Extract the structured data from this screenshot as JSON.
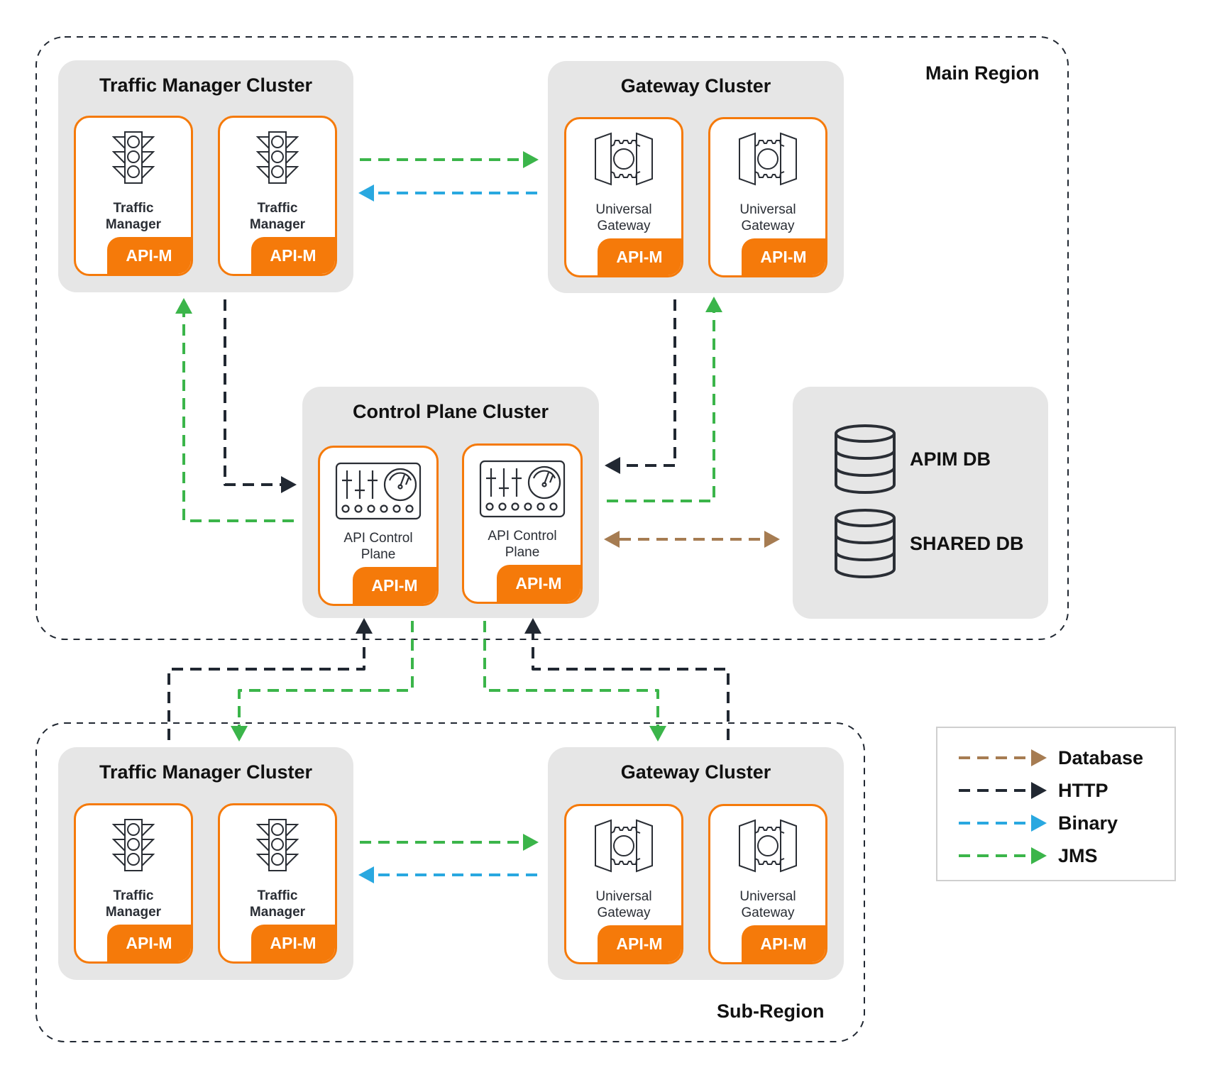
{
  "regions": {
    "main": {
      "label": "Main Region"
    },
    "sub": {
      "label": "Sub-Region"
    }
  },
  "main_region": {
    "traffic_cluster": {
      "title": "Traffic Manager Cluster",
      "nodes": [
        {
          "label_line1": "Traffic",
          "label_line2": "Manager",
          "badge": "API-M",
          "icon": "traffic-light-icon"
        },
        {
          "label_line1": "Traffic",
          "label_line2": "Manager",
          "badge": "API-M",
          "icon": "traffic-light-icon"
        }
      ]
    },
    "gateway_cluster": {
      "title": "Gateway Cluster",
      "nodes": [
        {
          "label_line1": "Universal",
          "label_line2": "Gateway",
          "badge": "API-M",
          "icon": "gateway-gear-icon"
        },
        {
          "label_line1": "Universal",
          "label_line2": "Gateway",
          "badge": "API-M",
          "icon": "gateway-gear-icon"
        }
      ]
    },
    "control_plane_cluster": {
      "title": "Control Plane Cluster",
      "nodes": [
        {
          "label_line1": "API Control",
          "label_line2": "Plane",
          "badge": "API-M",
          "icon": "control-panel-icon"
        },
        {
          "label_line1": "API Control",
          "label_line2": "Plane",
          "badge": "API-M",
          "icon": "control-panel-icon"
        }
      ]
    },
    "databases": [
      {
        "label": "APIM DB",
        "icon": "database-icon"
      },
      {
        "label": "SHARED DB",
        "icon": "database-icon"
      }
    ]
  },
  "sub_region": {
    "traffic_cluster": {
      "title": "Traffic Manager Cluster",
      "nodes": [
        {
          "label_line1": "Traffic",
          "label_line2": "Manager",
          "badge": "API-M",
          "icon": "traffic-light-icon"
        },
        {
          "label_line1": "Traffic",
          "label_line2": "Manager",
          "badge": "API-M",
          "icon": "traffic-light-icon"
        }
      ]
    },
    "gateway_cluster": {
      "title": "Gateway Cluster",
      "nodes": [
        {
          "label_line1": "Universal",
          "label_line2": "Gateway",
          "badge": "API-M",
          "icon": "gateway-gear-icon"
        },
        {
          "label_line1": "Universal",
          "label_line2": "Gateway",
          "badge": "API-M",
          "icon": "gateway-gear-icon"
        }
      ]
    }
  },
  "legend": [
    {
      "label": "Database",
      "color": "#a67c52"
    },
    {
      "label": "HTTP",
      "color": "#212832"
    },
    {
      "label": "Binary",
      "color": "#29a8e0"
    },
    {
      "label": "JMS",
      "color": "#3bb54a"
    }
  ],
  "connections": [
    {
      "from": "main.traffic_cluster",
      "to": "main.gateway_cluster",
      "type": "JMS"
    },
    {
      "from": "main.gateway_cluster",
      "to": "main.traffic_cluster",
      "type": "Binary"
    },
    {
      "from": "main.traffic_cluster",
      "to": "control_plane_cluster",
      "type": "HTTP"
    },
    {
      "from": "control_plane_cluster",
      "to": "main.traffic_cluster",
      "type": "JMS"
    },
    {
      "from": "main.gateway_cluster",
      "to": "control_plane_cluster",
      "type": "HTTP"
    },
    {
      "from": "control_plane_cluster",
      "to": "main.gateway_cluster",
      "type": "JMS"
    },
    {
      "from": "control_plane_cluster",
      "to": "databases",
      "type": "Database",
      "bidirectional": true
    },
    {
      "from": "sub.traffic_cluster",
      "to": "control_plane_cluster",
      "type": "HTTP"
    },
    {
      "from": "control_plane_cluster",
      "to": "sub.traffic_cluster",
      "type": "JMS"
    },
    {
      "from": "control_plane_cluster",
      "to": "sub.gateway_cluster",
      "type": "JMS"
    },
    {
      "from": "sub.gateway_cluster",
      "to": "control_plane_cluster",
      "type": "HTTP"
    },
    {
      "from": "sub.traffic_cluster",
      "to": "sub.gateway_cluster",
      "type": "JMS"
    },
    {
      "from": "sub.gateway_cluster",
      "to": "sub.traffic_cluster",
      "type": "Binary"
    }
  ]
}
